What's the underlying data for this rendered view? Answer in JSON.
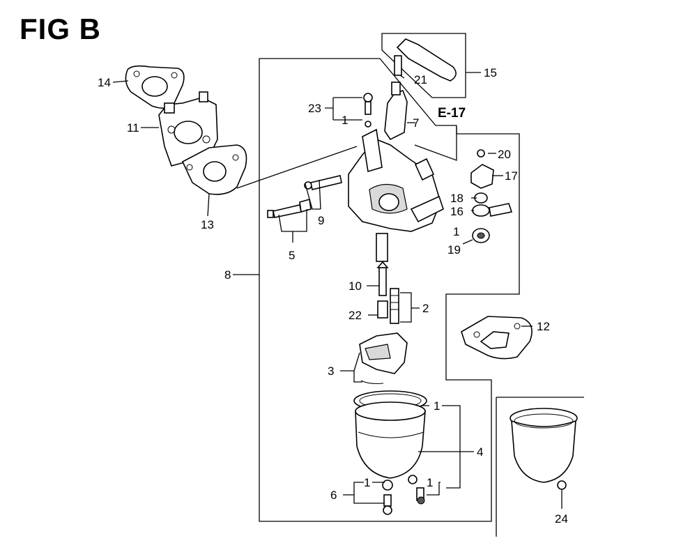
{
  "figure": {
    "title": "FIG B",
    "reference_label": "E-17"
  },
  "callouts": {
    "c1a": "1",
    "c1b": "1",
    "c1c": "1",
    "c1d": "1",
    "c1e": "1",
    "c2": "2",
    "c3": "3",
    "c4": "4",
    "c5": "5",
    "c6": "6",
    "c7": "7",
    "c8": "8",
    "c9": "9",
    "c10": "10",
    "c11": "11",
    "c12": "12",
    "c13": "13",
    "c14": "14",
    "c15": "15",
    "c16": "16",
    "c17": "17",
    "c18": "18",
    "c19": "19",
    "c20": "20",
    "c21": "21",
    "c22": "22",
    "c23": "23",
    "c24": "24"
  }
}
